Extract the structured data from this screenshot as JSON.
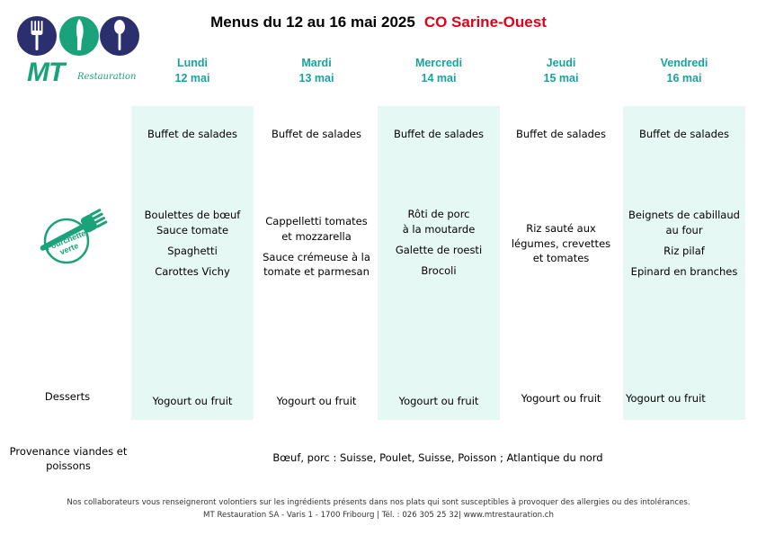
{
  "logo": {
    "letters": "MT",
    "word": "Restauration"
  },
  "header": {
    "title": "Menus du 12 au 16 mai 2025",
    "site": "CO Sarine-Ouest"
  },
  "badge": {
    "line1": "Fourchette",
    "line2": "verte"
  },
  "days": [
    {
      "name": "Lundi",
      "date": "12 mai",
      "salad": "Buffet de salades",
      "main": [
        "Boulettes de bœuf",
        "Sauce tomate",
        "Spaghetti",
        "Carottes Vichy"
      ],
      "dessert": "Yogourt ou fruit"
    },
    {
      "name": "Mardi",
      "date": "13 mai",
      "salad": "Buffet de salades",
      "main": [
        "Cappelletti tomates",
        "et mozzarella",
        "Sauce crémeuse à la",
        "tomate et parmesan"
      ],
      "dessert": "Yogourt ou fruit"
    },
    {
      "name": "Mercredi",
      "date": "14 mai",
      "salad": "Buffet de salades",
      "main": [
        "Rôti de porc",
        "à la moutarde",
        "Galette de roesti",
        "Brocoli"
      ],
      "dessert": "Yogourt ou fruit"
    },
    {
      "name": "Jeudi",
      "date": "15 mai",
      "salad": "Buffet de salades",
      "main": [
        "Riz sauté aux",
        "légumes, crevettes",
        "et tomates"
      ],
      "dessert": "Yogourt ou fruit"
    },
    {
      "name": "Vendredi",
      "date": "16 mai",
      "salad": "Buffet de salades",
      "main": [
        "Beignets de cabillaud",
        "au four",
        "Riz pilaf",
        "Epinard en branches"
      ],
      "dessert": "Yogourt ou fruit"
    }
  ],
  "labels": {
    "desserts": "Desserts",
    "provenance_line1": "Provenance viandes et",
    "provenance_line2": "poissons"
  },
  "provenance": "Bœuf, porc : Suisse, Poulet, Suisse, Poisson ; Atlantique du nord",
  "footer": {
    "line1": "Nos collaborateurs vous renseigneront volontiers sur les ingrédients présents dans nos plats qui sont susceptibles à provoquer des allergies ou des intolérances.",
    "line2": "MT Restauration SA - Varis 1 - 1700 Fribourg | Tél. : 026 305 25 32| www.mtrestauration.ch"
  },
  "colors": {
    "title_red": "#e3001b",
    "day_teal": "#19a39a",
    "column_shade": "#e6f8f3",
    "logo_navy": "#2b2f6e",
    "logo_green": "#1aa37a"
  }
}
